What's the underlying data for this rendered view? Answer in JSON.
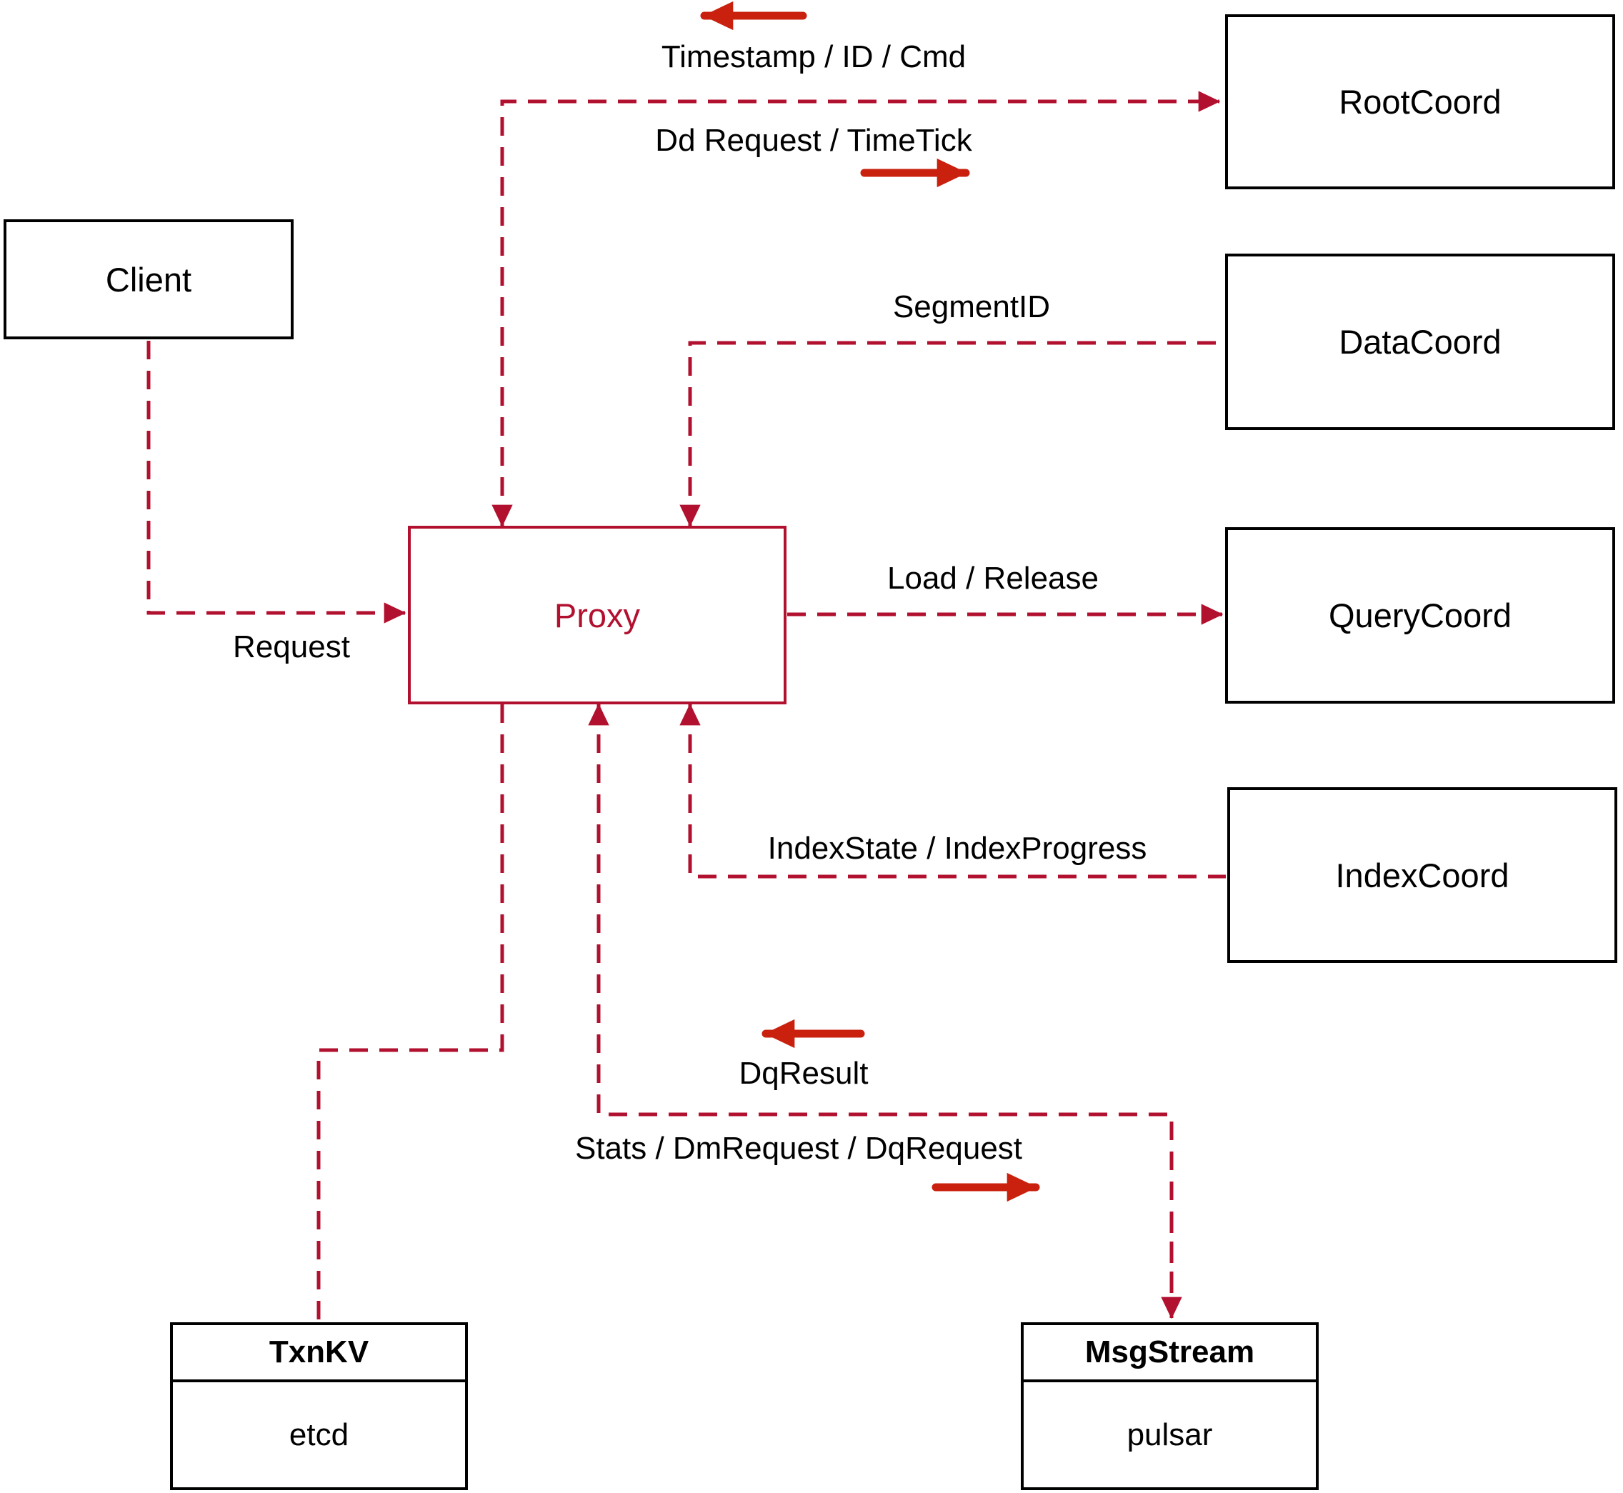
{
  "diagram": {
    "colors": {
      "dashed_line": "#b2102f",
      "solid_arrow": "#c9210e",
      "box_border": "#000000",
      "proxy_accent": "#b2102f",
      "background": "#ffffff"
    },
    "nodes": {
      "client": {
        "label": "Client"
      },
      "proxy": {
        "label": "Proxy"
      },
      "rootcoord": {
        "label": "RootCoord"
      },
      "datacoord": {
        "label": "DataCoord"
      },
      "querycoord": {
        "label": "QueryCoord"
      },
      "indexcoord": {
        "label": "IndexCoord"
      },
      "txnkv": {
        "title": "TxnKV",
        "impl": "etcd"
      },
      "msgstream": {
        "title": "MsgStream",
        "impl": "pulsar"
      }
    },
    "edge_labels": {
      "timestamp_id_cmd": "Timestamp / ID / Cmd",
      "dd_request_timetick": "Dd Request / TimeTick",
      "segment_id": "SegmentID",
      "request": "Request",
      "load_release": "Load / Release",
      "index_state_progress": "IndexState / IndexProgress",
      "dq_result": "DqResult",
      "stats_dm_dq": "Stats / DmRequest / DqRequest"
    }
  }
}
